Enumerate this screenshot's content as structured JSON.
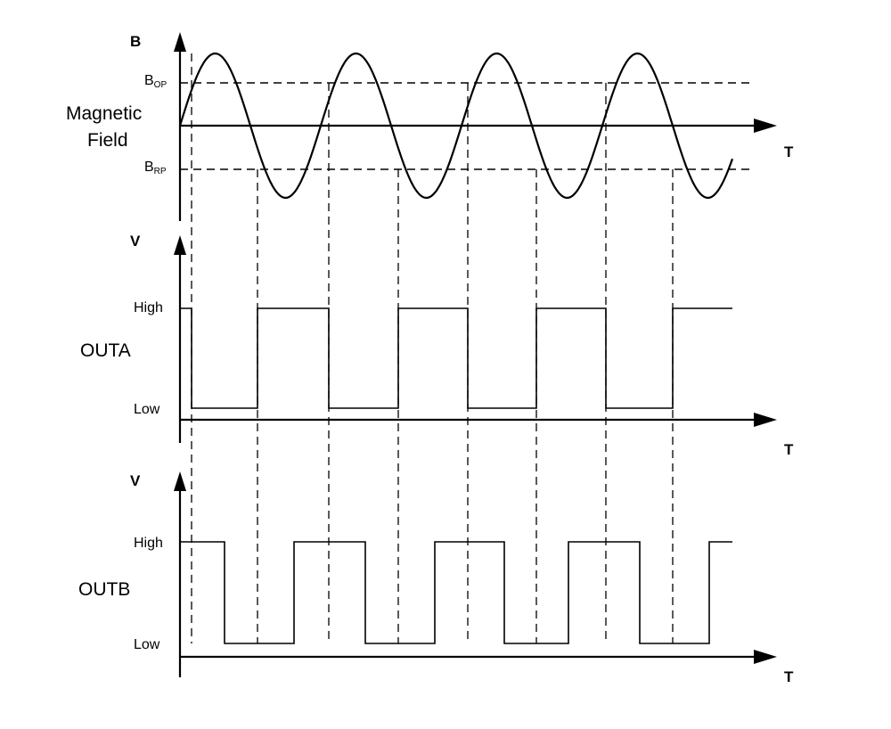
{
  "field": {
    "y_axis_label": "B",
    "x_axis_label": "T",
    "name_line1": "Magnetic",
    "name_line2": "Field",
    "bop_main": "B",
    "bop_sub": "OP",
    "brp_main": "B",
    "brp_sub": "RP"
  },
  "outa": {
    "y_axis_label": "V",
    "x_axis_label": "T",
    "name": "OUTA",
    "high_label": "High",
    "low_label": "Low"
  },
  "outb": {
    "y_axis_label": "V",
    "x_axis_label": "T",
    "name": "OUTB",
    "high_label": "High",
    "low_label": "Low"
  },
  "colors": {
    "stroke": "#000000",
    "background": "#ffffff"
  }
}
